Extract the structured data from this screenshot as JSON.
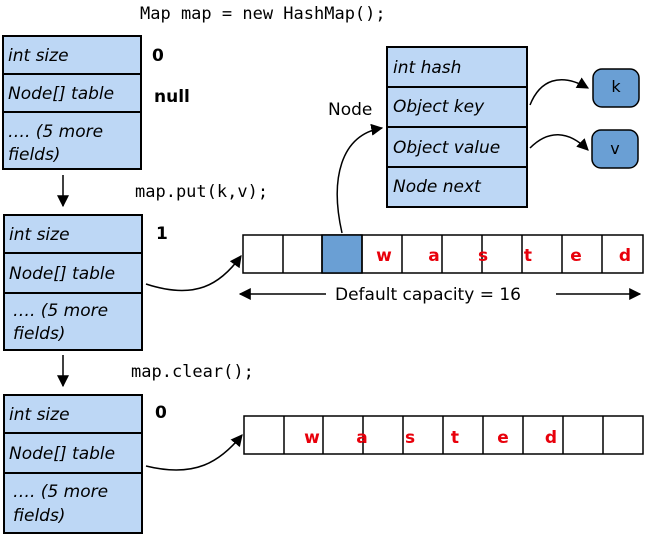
{
  "code": {
    "line1": "Map map = new HashMap();",
    "line2": "map.put(k,v);",
    "line3": "map.clear();"
  },
  "map_objects": [
    {
      "fields": [
        "int size",
        "Node[] table",
        "…. (5 more",
        "fields)"
      ],
      "size_value": "0",
      "table_value": "null"
    },
    {
      "fields": [
        "int size",
        "Node[] table",
        "…. (5 more",
        "fields)"
      ],
      "size_value": "1"
    },
    {
      "fields": [
        "int size",
        "Node[] table",
        "…. (5 more",
        "fields)"
      ],
      "size_value": "0"
    }
  ],
  "node": {
    "label": "Node",
    "fields": [
      "int hash",
      "Object key",
      "Object value",
      "Node next"
    ],
    "key_label": "k",
    "value_label": "v"
  },
  "array_put": {
    "letters": [
      "",
      "",
      "",
      "w",
      "a",
      "s",
      "t",
      "e",
      "d"
    ]
  },
  "array_clear": {
    "letters": [
      "",
      "w",
      "a",
      "s",
      "t",
      "e",
      "d",
      "",
      ""
    ]
  },
  "capacity_label": "Default capacity = 16",
  "colors": {
    "box_fill": "#bdd7f5",
    "highlight_cell": "#6a9fd4",
    "letter_red": "#e8000b"
  }
}
